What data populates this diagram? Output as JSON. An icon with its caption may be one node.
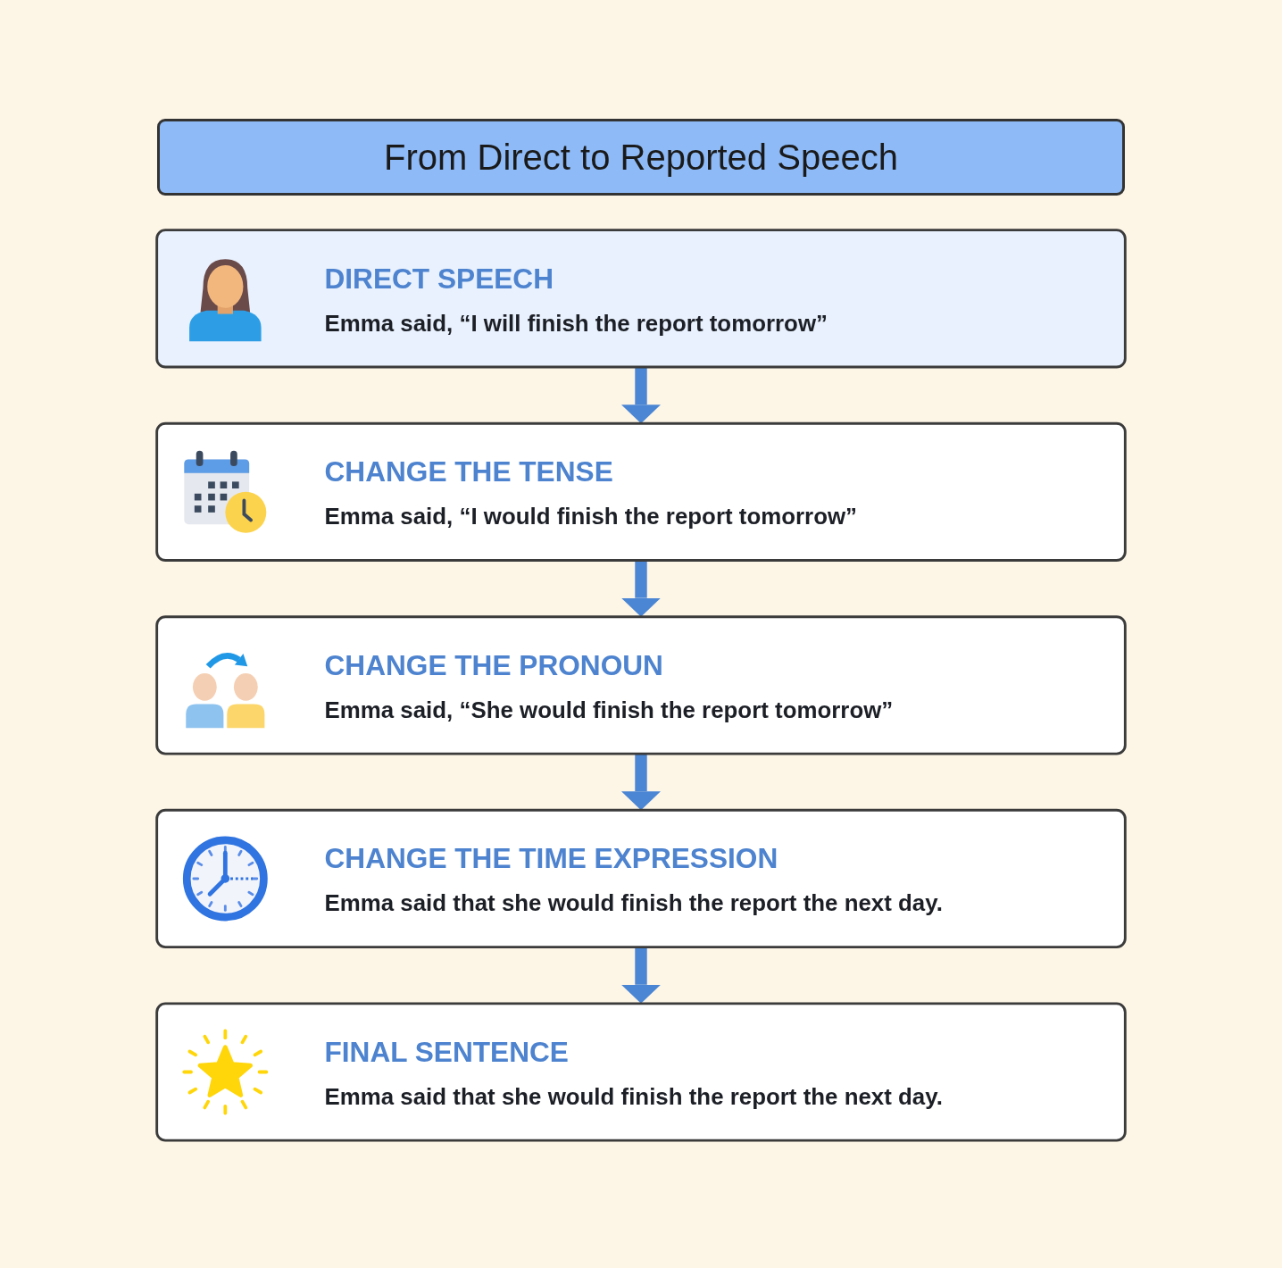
{
  "diagram": {
    "title": "From Direct to Reported Speech",
    "nodes": [
      {
        "text": [
          "DIRECT SPEECH",
          "Emma said, “I will finish the report tomorrow”"
        ]
      },
      {
        "text": [
          "CHANGE THE TENSE",
          "Emma said, “I would finish the report tomorrow”"
        ]
      },
      {
        "text": [
          "CHANGE THE PRONOUN",
          "Emma said, “She would finish the report tomorrow”"
        ]
      },
      {
        "text": [
          "CHANGE THE TIME EXPRESSION",
          "Emma said that she would finish the report the next day."
        ]
      },
      {
        "text": [
          "FINAL SENTENCE",
          "Emma said that she would finish the report the next day."
        ]
      }
    ],
    "edges": [
      {
        "from": 0,
        "to": 1,
        "arrow": "to"
      },
      {
        "from": 1,
        "to": 2,
        "arrow": "to"
      },
      {
        "from": 2,
        "to": 3,
        "arrow": "to"
      },
      {
        "from": 3,
        "to": 4,
        "arrow": "to"
      }
    ]
  }
}
